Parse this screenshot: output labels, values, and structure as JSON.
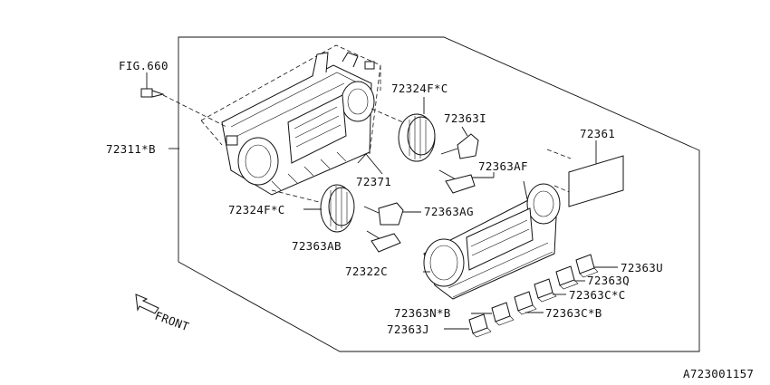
{
  "diagram_id": "A723001157",
  "front_label": "FRONT",
  "labels": {
    "fig660": "FIG.660",
    "p72311B": "72311*B",
    "p72324FC_top": "72324F*C",
    "p72363I": "72363I",
    "p72363AF": "72363AF",
    "p72371": "72371",
    "p72361": "72361",
    "p72324FC_left": "72324F*C",
    "p72363AG": "72363AG",
    "p72363AB": "72363AB",
    "p72322C": "72322C",
    "p72363U": "72363U",
    "p72363Q": "72363Q",
    "p72363CC": "72363C*C",
    "p72363NB": "72363N*B",
    "p72363CB": "72363C*B",
    "p72363J": "72363J"
  }
}
